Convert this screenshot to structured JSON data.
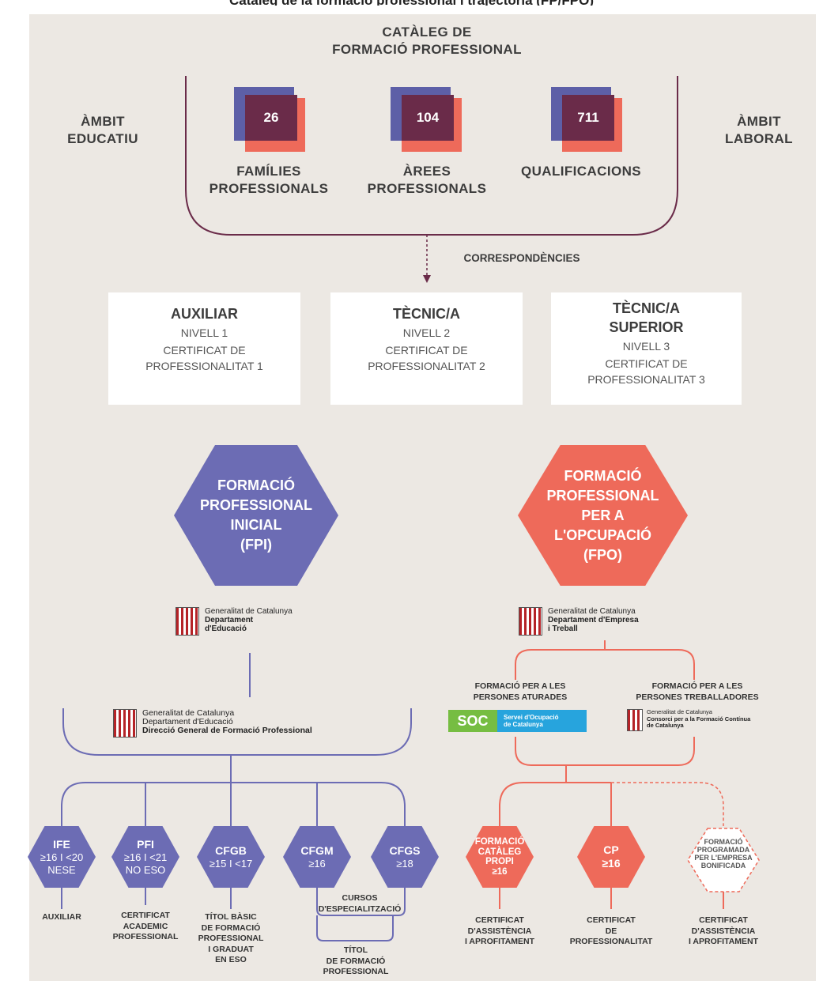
{
  "title_cut": "Catàleg de la formació professional i trajectòria (FP/FPO)",
  "catalog": {
    "title": "CATÀLEG DE\nFORMACIÓ PROFESSIONAL",
    "left_scope": "ÀMBIT\nEDUCATIU",
    "right_scope": "ÀMBIT\nLABORAL",
    "stats": [
      {
        "value": "26",
        "label": "FAMÍLIES\nPROFESSIONALS"
      },
      {
        "value": "104",
        "label": "ÀREES\nPROFESSIONALS"
      },
      {
        "value": "711",
        "label": "QUALIFICACIONS"
      }
    ],
    "correspondences": "CORRESPONDÈNCIES"
  },
  "levels": [
    {
      "name": "AUXILIAR",
      "level": "NIVELL 1",
      "cert": "CERTIFICAT DE\nPROFESSIONALITAT 1"
    },
    {
      "name": "TÈCNIC/A",
      "level": "NIVELL 2",
      "cert": "CERTIFICAT DE\nPROFESSIONALITAT 2"
    },
    {
      "name": "TÈCNIC/A\nSUPERIOR",
      "level": "NIVELL 3",
      "cert": "CERTIFICAT DE\nPROFESSIONALITAT 3"
    }
  ],
  "fpi": {
    "label": "FORMACIÓ\nPROFESSIONAL\nINICIAL\n(FPI)",
    "dept_logo": {
      "gen": "Generalitat de Catalunya",
      "dept": "Departament\nd'Educació"
    },
    "dg_logo": {
      "gen": "Generalitat de Catalunya",
      "dept": "Departament d'Educació",
      "dg": "Direcció General de Formació Professional"
    },
    "programs": [
      {
        "name": "IFE",
        "cond": "≥16 I <20\nNESE",
        "outcome": "AUXILIAR"
      },
      {
        "name": "PFI",
        "cond": "≥16 I <21\nNO ESO",
        "outcome": "CERTIFICAT\nACADEMIC\nPROFESSIONAL"
      },
      {
        "name": "CFGB",
        "cond": "≥15 I <17",
        "outcome": "TÍTOL BÀSIC\nDE FORMACIÓ\nPROFESSIONAL\nI GRADUAT\nEN ESO"
      },
      {
        "name": "CFGM",
        "cond": "≥16",
        "outcome": ""
      },
      {
        "name": "CFGS",
        "cond": "≥18",
        "outcome": ""
      }
    ],
    "specialization": "CURSOS\nD'ESPECIALITZACIÓ",
    "title_outcome": "TÍTOL\nDE FORMACIÓ\nPROFESSIONAL"
  },
  "fpo": {
    "label": "FORMACIÓ\nPROFESSIONAL\nPER A\nL'OPCUPACIÓ\n(FPO)",
    "dept_logo": {
      "gen": "Generalitat de Catalunya",
      "dept": "Departament d'Empresa\ni Treball"
    },
    "unemployed": "FORMACIÓ PER A LES\nPERSONES ATURADES",
    "workers": "FORMACIÓ PER A LES\nPERSONES TREBALLADORES",
    "soc_logo": {
      "abbr": "SOC",
      "name": "Servei d'Ocupació\nde Catalunya"
    },
    "consorci_logo": {
      "gen": "Generalitat de Catalunya",
      "name": "Consorci per a la Formació Contínua\nde Catalunya"
    },
    "programs": [
      {
        "name": "FORMACIÓ\nCATÀLEG\nPROPI\n≥16",
        "outcome": "CERTIFICAT\nD'ASSISTÈNCIA\nI APROFITAMENT"
      },
      {
        "name": "CP\n≥16",
        "outcome": "CERTIFICAT\nDE\nPROFESSIONALITAT"
      },
      {
        "name": "FORMACIÓ\nPROGRAMADA\nPER L'EMPRESA\nBONIFICADA",
        "outcome": "CERTIFICAT\nD'ASSISTÈNCIA\nI APROFITAMENT"
      }
    ]
  },
  "colors": {
    "purple": "#6c6cb4",
    "coral": "#ee6a5a",
    "maroon": "#6a2b49",
    "beige": "#ece8e3"
  }
}
